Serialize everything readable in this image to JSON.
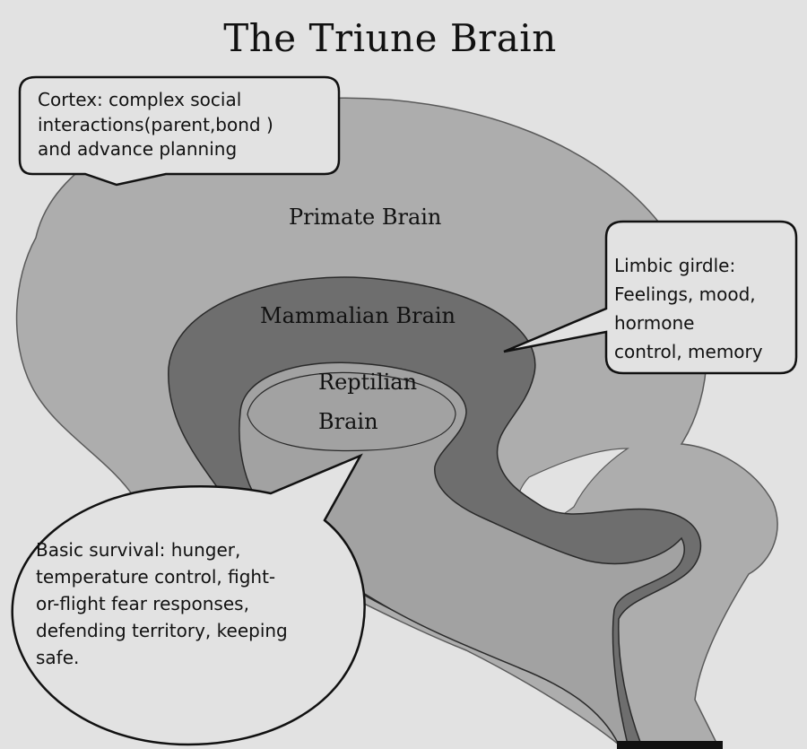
{
  "title": "The Triune Brain",
  "regions": {
    "primate": "Primate Brain",
    "mammalian": "Mammalian Brain",
    "reptilian_line1": "Reptilian",
    "reptilian_line2": "Brain"
  },
  "callouts": {
    "cortex": {
      "lines": [
        "Cortex: complex social",
        "interactions(parent,bond )",
        "and advance planning"
      ]
    },
    "limbic": {
      "lines": [
        "Limbic girdle:",
        "Feelings, mood,",
        "hormone",
        "control, memory"
      ]
    },
    "survival": {
      "lines": [
        " Basic survival: hunger,",
        "temperature control, fight-",
        "or-flight fear responses,",
        "defending territory, keeping",
        "safe."
      ]
    }
  },
  "colors": {
    "background": "#e2e2e2",
    "primate": "#adadad",
    "mammalian": "#6e6e6e",
    "reptilian": "#a2a2a2",
    "outline": "#1a1a1a"
  }
}
